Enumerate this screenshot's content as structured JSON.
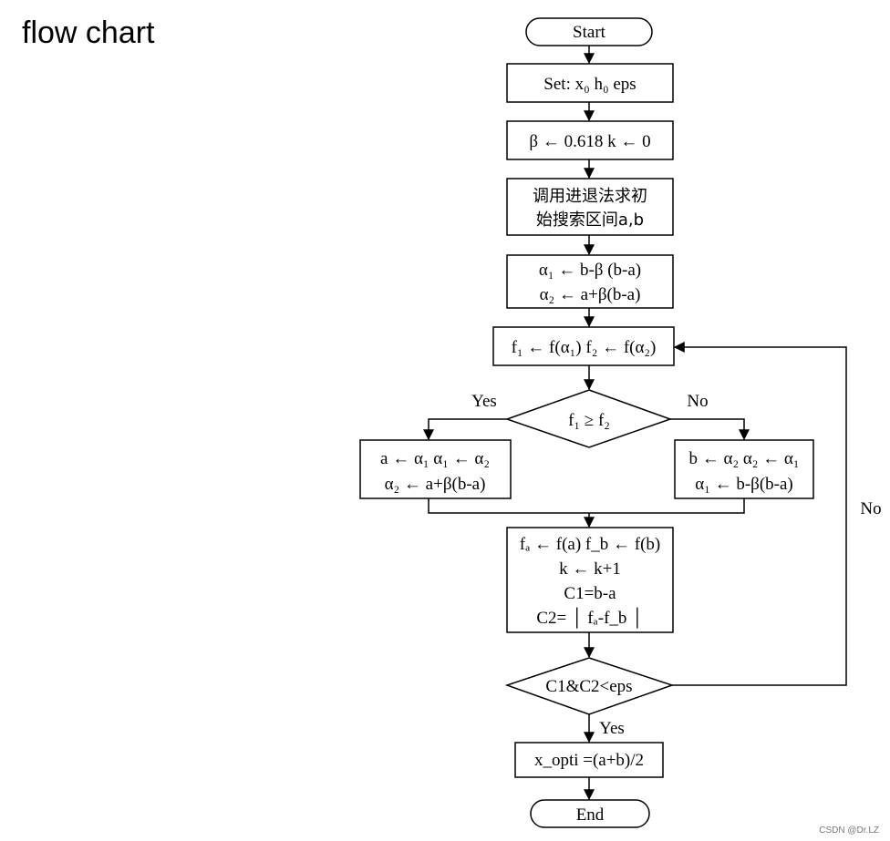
{
  "title": "flow chart",
  "watermark": "CSDN @Dr.LZ",
  "flowchart": {
    "start": "Start",
    "set": "Set: x₀ h₀  eps",
    "init": "β ← 0.618  k ← 0",
    "interval_line1": "调用进退法求初",
    "interval_line2": "始搜索区间a,b",
    "alpha1": "α₁ ← b-β (b-a)",
    "alpha2": "α₂ ← a+β(b-a)",
    "feval": "f₁ ← f(α₁) f₂ ← f(α₂)",
    "cond1": "f₁ ≥ f₂",
    "yes_label": "Yes",
    "no_label": "No",
    "left_line1": "a ← α₁  α₁ ← α₂",
    "left_line2": "α₂ ← a+β(b-a)",
    "right_line1": "b ← α₂  α₂ ← α₁",
    "right_line2": "α₁ ← b-β(b-a)",
    "update_line1": "fₐ ← f(a)  f_b ← f(b)",
    "update_line2": "k ← k+1",
    "update_line3": "C1=b-a",
    "update_line4": "C2= │ fₐ-f_b │",
    "cond2": "C1&C2<eps",
    "loop_no": "No",
    "yes2_label": "Yes",
    "result": "x_opti =(a+b)/2",
    "end": "End"
  }
}
